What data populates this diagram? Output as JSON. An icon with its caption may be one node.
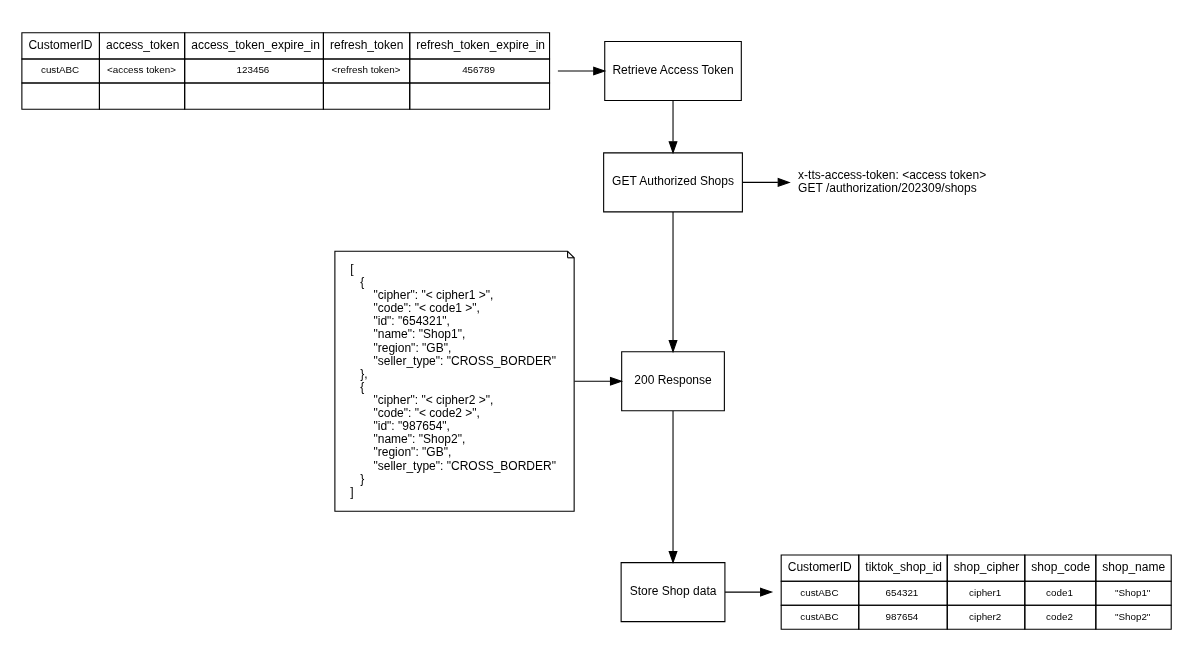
{
  "diagram": {
    "nodes": [
      {
        "text": [
          "Retrieve Access Token"
        ]
      },
      {
        "text": [
          "CustomerID",
          "access_token",
          "access_token_expire_in",
          "refresh_token",
          "refresh_token_expire_in",
          "custABC",
          "<access token>",
          "123456",
          "<refresh token>",
          "456789"
        ]
      },
      {
        "text": [
          "GET Authorized Shops"
        ]
      },
      {
        "text": [
          "x-tts-access-token: <access token>",
          "GET /authorization/202309/shops"
        ]
      },
      {
        "text": [
          "200 Response"
        ]
      },
      {
        "text": [
          "[",
          "{",
          "\"cipher\": \"< cipher1 >\",",
          "\"code\": \"< code1 >\",",
          "\"id\": \"654321\",",
          "\"name\": \"Shop1\",",
          "\"region\": \"GB\",",
          "\"seller_type\": \"CROSS_BORDER\"",
          "},",
          "{",
          "\"cipher\": \"< cipher2 >\",",
          "\"code\": \"< code2 >\",",
          "\"id\": \"987654\",",
          "\"name\": \"Shop2\",",
          "\"region\": \"GB\",",
          "\"seller_type\": \"CROSS_BORDER\"",
          "}",
          "]"
        ]
      },
      {
        "text": [
          "Store Shop data"
        ]
      },
      {
        "text": [
          "CustomerID",
          "tiktok_shop_id",
          "shop_cipher",
          "shop_code",
          "shop_name",
          "custABC",
          "654321",
          "cipher1",
          "code1",
          "\"Shop1\"",
          "custABC",
          "987654",
          "cipher2",
          "code2",
          "\"Shop2\""
        ]
      }
    ],
    "edges": [
      {
        "from": 1,
        "to": 0,
        "arrow": "to"
      },
      {
        "from": 0,
        "to": 2,
        "arrow": "to"
      },
      {
        "from": 2,
        "to": 3,
        "arrow": "to"
      },
      {
        "from": 2,
        "to": 4,
        "arrow": "to"
      },
      {
        "from": 5,
        "to": 4,
        "arrow": "to"
      },
      {
        "from": 4,
        "to": 6,
        "arrow": "to"
      },
      {
        "from": 6,
        "to": 7,
        "arrow": "to"
      }
    ]
  }
}
